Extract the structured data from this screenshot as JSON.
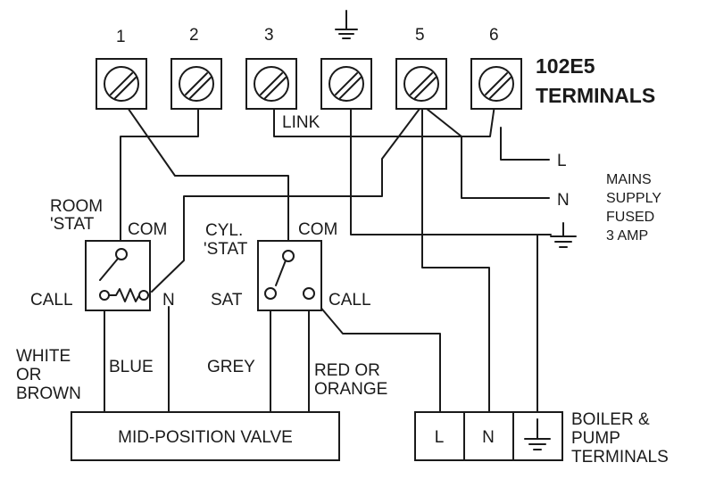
{
  "terminals": {
    "numbers": [
      "1",
      "2",
      "3",
      "5",
      "6"
    ],
    "title_line1": "102E5",
    "title_line2": "TERMINALS"
  },
  "labels": {
    "link": "LINK",
    "room_stat_line1": "ROOM",
    "room_stat_line2": "'STAT",
    "room_com": "COM",
    "room_call": "CALL",
    "room_n": "N",
    "cyl_stat_line1": "CYL.",
    "cyl_stat_line2": "'STAT",
    "cyl_com": "COM",
    "cyl_sat": "SAT",
    "cyl_call": "CALL",
    "mains_l": "L",
    "mains_n": "N",
    "mains_supply_line1": "MAINS",
    "mains_supply_line2": "SUPPLY",
    "mains_supply_line3": "FUSED",
    "mains_supply_line4": "3 AMP"
  },
  "wires": {
    "white_line1": "WHITE",
    "white_line2": "OR",
    "white_line3": "BROWN",
    "blue": "BLUE",
    "grey": "GREY",
    "red_line1": "RED OR",
    "red_line2": "ORANGE"
  },
  "valve": {
    "label": "MID-POSITION VALVE"
  },
  "boiler": {
    "cell_l": "L",
    "cell_n": "N",
    "label_line1": "BOILER &",
    "label_line2": "PUMP",
    "label_line3": "TERMINALS"
  },
  "icons": [
    "earth-icon",
    "screw-terminal-icon"
  ]
}
